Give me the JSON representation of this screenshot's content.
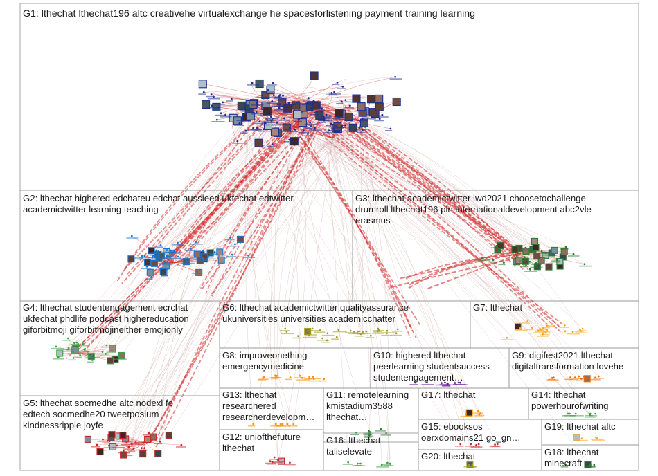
{
  "graph": {
    "colors": {
      "edge": "#d32f2f",
      "edge_light": "#cfa7a7",
      "g1": "#1f2f8f",
      "g2": "#1976d2",
      "g3": "#2e7d32",
      "g4": "#43a047",
      "g5": "#c62828",
      "g6": "#9e9d24",
      "g7": "#f9a825",
      "g8": "#ff8f00",
      "g9": "#ef6c00",
      "g10": "#6a1b9a",
      "border": "#9a9a9a"
    },
    "groups": [
      {
        "id": "G1",
        "lines": [
          "G1: lthechat lthechat196 altc creativehe virtualexchange he spacesforlistening payment training learning"
        ]
      },
      {
        "id": "G2",
        "lines": [
          "G2: lthechat highered edchateu edchat aussieed ukfechat edtwitter",
          "academictwitter learning teaching"
        ]
      },
      {
        "id": "G3",
        "lines": [
          "G3: lthechat academictwitter iwd2021 choosetochallenge",
          "drumroll lthechat196 pln internationaldevelopment abc2vle",
          "erasmus"
        ]
      },
      {
        "id": "G4",
        "lines": [
          "G4: lthechat studentengagement ecrchat",
          "ukfechat phdlife podcast highereducation",
          "giforbitmoji giforbitmojineither emojionly"
        ]
      },
      {
        "id": "G5",
        "lines": [
          "G5: lthechat socmedhe altc nodexl fe",
          "edtech socmedhe20 tweetposium",
          "kindnessripple joyfe"
        ]
      },
      {
        "id": "G6",
        "lines": [
          "G6: lthechat academictwitter qualityassurance",
          "ukuniversities universities academicchatter"
        ]
      },
      {
        "id": "G7",
        "lines": [
          "G7: lthechat"
        ]
      },
      {
        "id": "G8",
        "lines": [
          "G8: improveonething",
          "emergencymedicine"
        ]
      },
      {
        "id": "G9",
        "lines": [
          "G9: digifest2021 lthechat",
          "digitaltransformation lovehe"
        ]
      },
      {
        "id": "G10",
        "lines": [
          "G10: highered lthechat",
          "peerlearning studentsuccess",
          "studentengagement…"
        ]
      },
      {
        "id": "G11",
        "lines": [
          "G11: remotelearning",
          "kmistadium3588",
          "lthechat…"
        ]
      },
      {
        "id": "G12",
        "lines": [
          "G12: uniofthefuture",
          "lthechat"
        ]
      },
      {
        "id": "G13",
        "lines": [
          "G13: lthechat",
          "researchered",
          "researcherdevelopm…"
        ]
      },
      {
        "id": "G14",
        "lines": [
          "G14: lthechat",
          "powerhourofwriting"
        ]
      },
      {
        "id": "G15",
        "lines": [
          "G15: ebooksos",
          "oerxdomains21 go_gn…"
        ]
      },
      {
        "id": "G16",
        "lines": [
          "G16: lthechat",
          "taliselevate"
        ]
      },
      {
        "id": "G17",
        "lines": [
          "G17: lthechat"
        ]
      },
      {
        "id": "G18",
        "lines": [
          "G18: lthechat",
          "minecraft"
        ]
      },
      {
        "id": "G19",
        "lines": [
          "G19: lthechat altc"
        ]
      },
      {
        "id": "G20",
        "lines": [
          "G20: lthechat"
        ]
      }
    ]
  }
}
